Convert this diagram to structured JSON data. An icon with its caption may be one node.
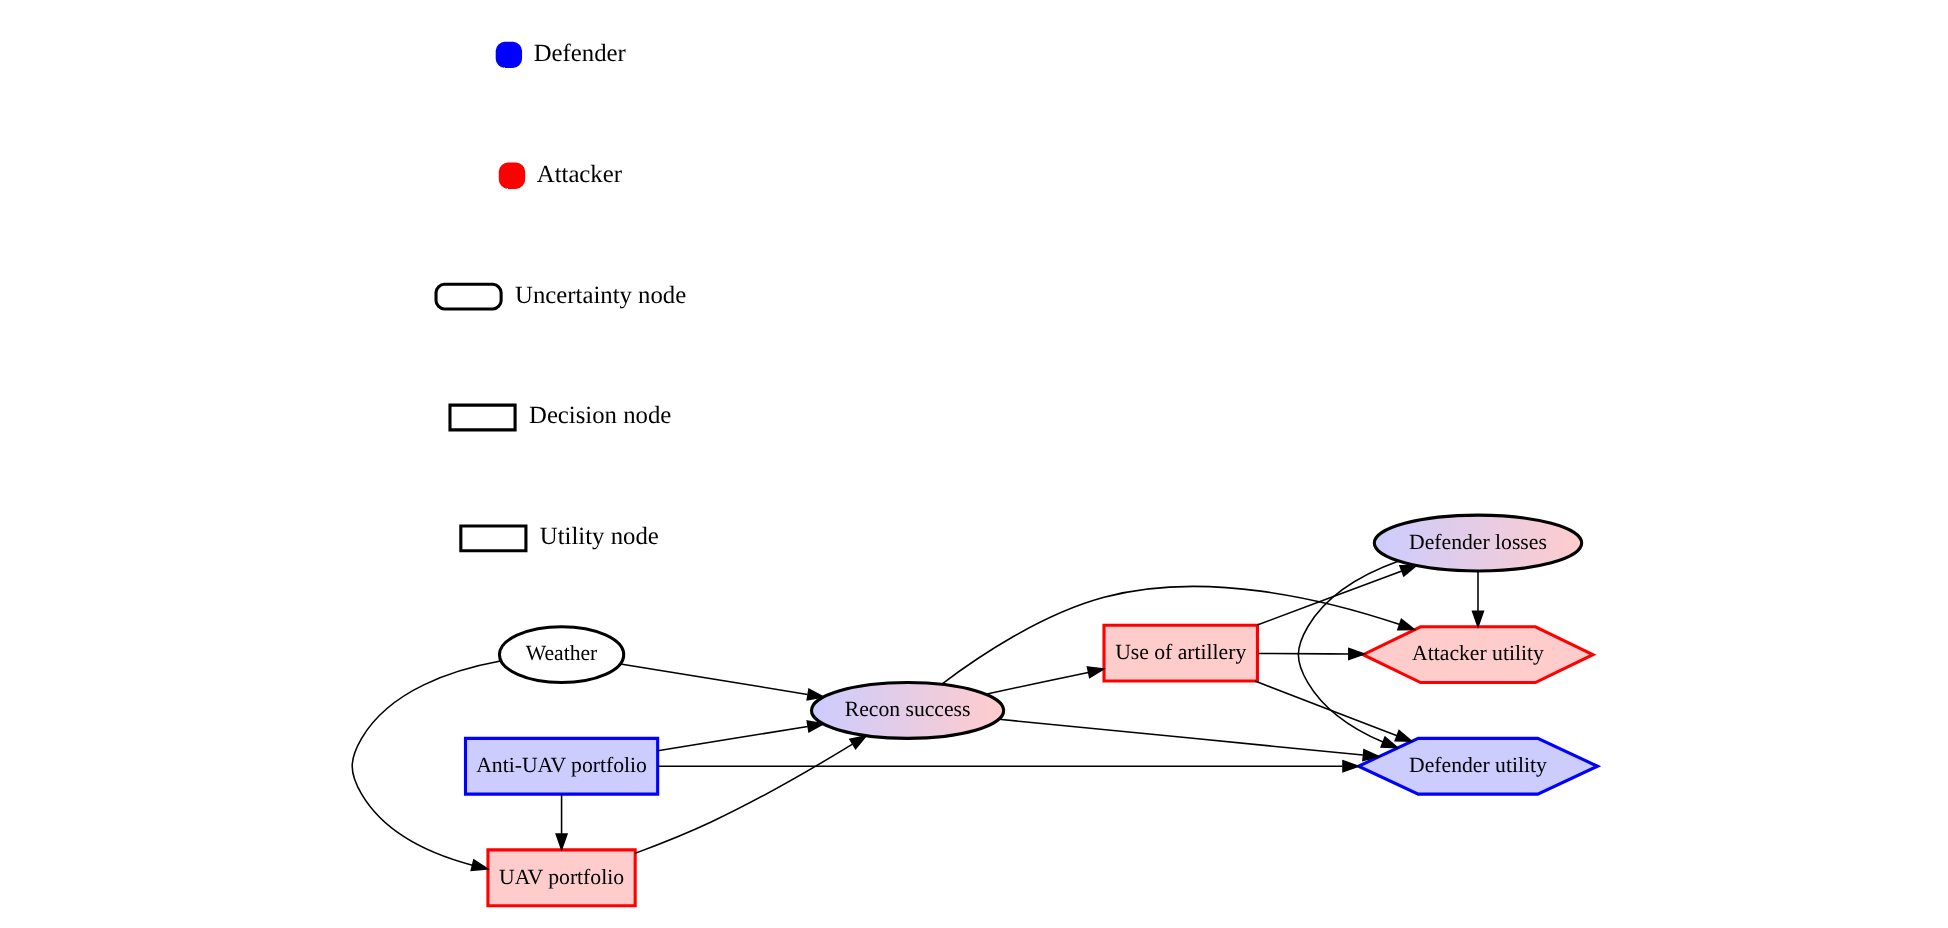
{
  "diagram": {
    "nodes": [
      {
        "text": [
          "Anti-UAV portfolio"
        ]
      },
      {
        "text": [
          "Defender utility"
        ]
      },
      {
        "text": [
          "UAV portfolio"
        ]
      },
      {
        "text": [
          "Recon success"
        ]
      },
      {
        "text": [
          "Use of artillery"
        ]
      },
      {
        "text": [
          "Defender losses"
        ]
      },
      {
        "text": [
          "Weather"
        ]
      },
      {
        "text": [
          "Attacker utility"
        ]
      }
    ],
    "edges": [
      {
        "from": 0,
        "to": 1,
        "arrow": "to"
      },
      {
        "from": 0,
        "to": 2,
        "arrow": "to"
      },
      {
        "from": 0,
        "to": 3,
        "arrow": "to"
      },
      {
        "from": 2,
        "to": 3,
        "arrow": "to"
      },
      {
        "from": 6,
        "to": 2,
        "arrow": "to"
      },
      {
        "from": 6,
        "to": 3,
        "arrow": "to"
      },
      {
        "from": 3,
        "to": 4,
        "arrow": "to"
      },
      {
        "from": 3,
        "to": 1,
        "arrow": "to"
      },
      {
        "from": 3,
        "to": 7,
        "arrow": "to"
      },
      {
        "from": 4,
        "to": 5,
        "arrow": "to"
      },
      {
        "from": 4,
        "to": 1,
        "arrow": "to"
      },
      {
        "from": 4,
        "to": 7,
        "arrow": "to"
      },
      {
        "from": 5,
        "to": 1,
        "arrow": "to"
      },
      {
        "from": 5,
        "to": 7,
        "arrow": "to"
      }
    ],
    "legend": [
      {
        "text": "Defender",
        "color": "#0000ff"
      },
      {
        "text": "Attacker",
        "color": "#ff0000"
      },
      {
        "text": "Uncertainty node"
      },
      {
        "text": "Decision node"
      },
      {
        "text": "Utility node"
      }
    ]
  }
}
